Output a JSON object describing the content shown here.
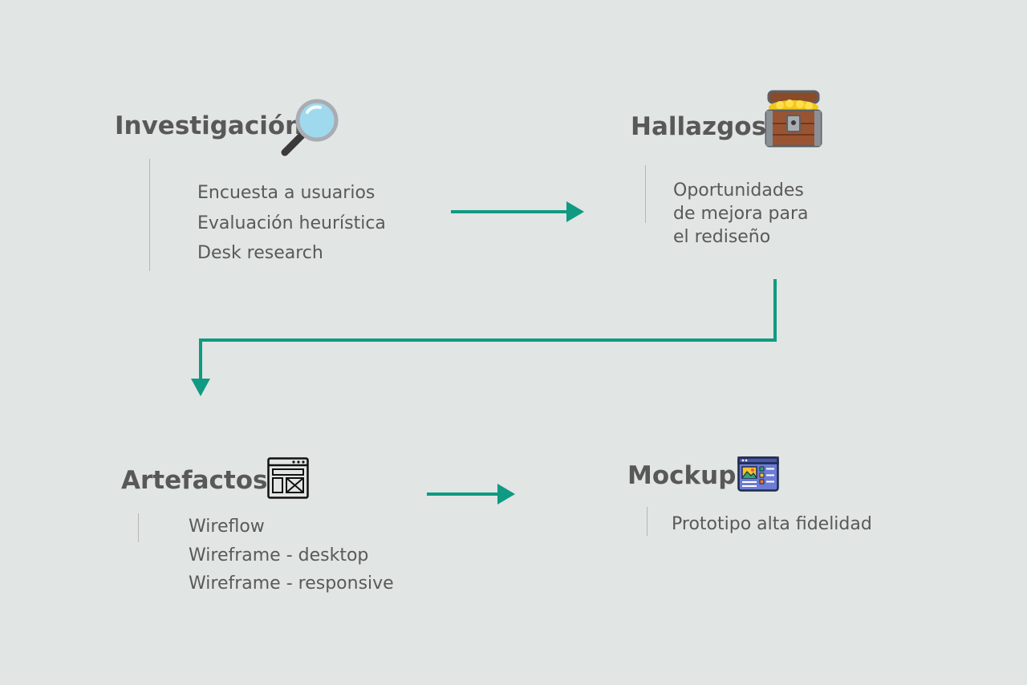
{
  "accent_color": "#0f9a82",
  "stages": {
    "investigacion": {
      "title": "Investigación",
      "icon": "magnifying-glass-icon",
      "items": [
        "Encuesta a usuarios",
        "Evaluación heurística",
        "Desk research"
      ]
    },
    "hallazgos": {
      "title": "Hallazgos",
      "icon": "treasure-chest-icon",
      "items": [
        "Oportunidades",
        "de mejora para",
        "el rediseño"
      ]
    },
    "artefactos": {
      "title": "Artefactos",
      "icon": "wireframe-icon",
      "items": [
        "Wireflow",
        "Wireframe - desktop",
        "Wireframe - responsive"
      ]
    },
    "mockup": {
      "title": "Mockup",
      "icon": "mockup-icon",
      "items": [
        "Prototipo alta fidelidad"
      ]
    }
  }
}
